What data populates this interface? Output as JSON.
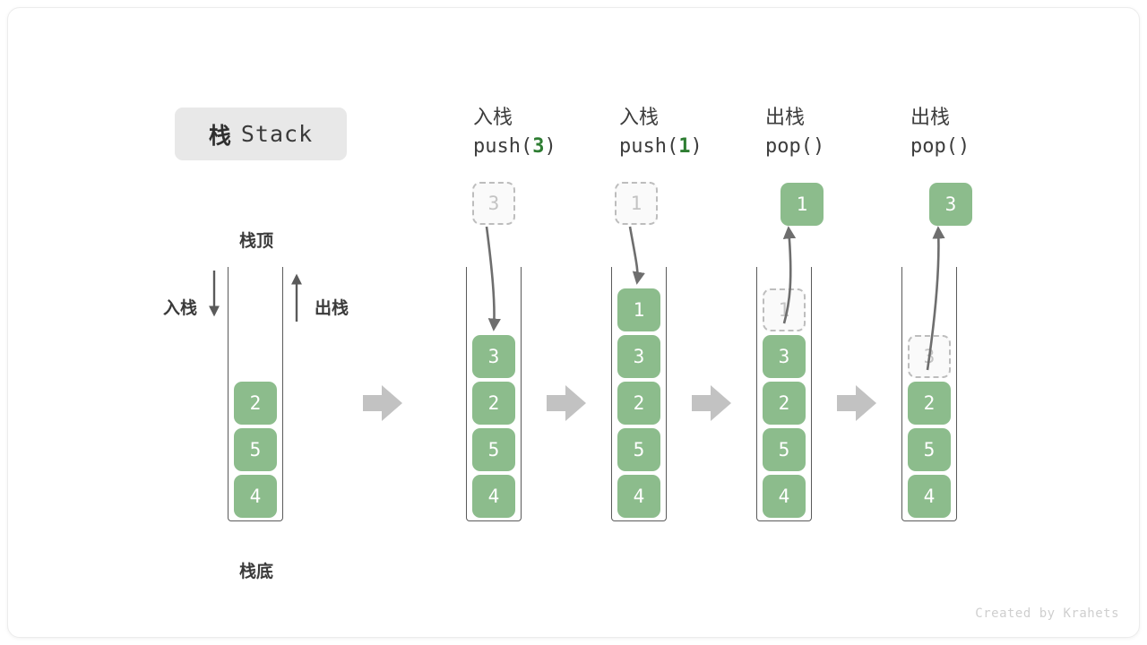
{
  "title": {
    "cn": "栈",
    "en": "Stack"
  },
  "legend": {
    "top_label": "栈顶",
    "bottom_label": "栈底",
    "push_label": "入栈",
    "pop_label": "出栈"
  },
  "colors": {
    "element_fill": "#8cbc8c",
    "element_text": "#ffffff",
    "ghost_fill": "#fafafa",
    "ghost_border": "#bdbdbd",
    "ghost_text": "#c3c3c3",
    "container_border": "#5a5a5a",
    "arrow_gray": "#c2c2c2",
    "motion_arrow": "#6e6e6e",
    "accent_green": "#2e7d32",
    "badge_bg": "#e8e8e8"
  },
  "footer": "Created by Krahets",
  "steps": [
    {
      "id": "initial",
      "header_cn": "",
      "header_code": "",
      "header_code_arg": "",
      "stack": [
        "4",
        "5",
        "2"
      ],
      "ghost_index": -1,
      "float_value": "",
      "float_kind": "none"
    },
    {
      "id": "push-3",
      "header_cn": "入栈",
      "header_code_prefix": "push(",
      "header_code_arg": "3",
      "header_code_suffix": ")",
      "stack": [
        "4",
        "5",
        "2",
        "3"
      ],
      "ghost_index": -1,
      "float_value": "3",
      "float_kind": "ghost"
    },
    {
      "id": "push-1",
      "header_cn": "入栈",
      "header_code_prefix": "push(",
      "header_code_arg": "1",
      "header_code_suffix": ")",
      "stack": [
        "4",
        "5",
        "2",
        "3",
        "1"
      ],
      "ghost_index": -1,
      "float_value": "1",
      "float_kind": "ghost"
    },
    {
      "id": "pop-1",
      "header_cn": "出栈",
      "header_code_prefix": "pop(",
      "header_code_arg": "",
      "header_code_suffix": ")",
      "stack": [
        "4",
        "5",
        "2",
        "3",
        "1"
      ],
      "ghost_index": 4,
      "float_value": "1",
      "float_kind": "filled"
    },
    {
      "id": "pop-3",
      "header_cn": "出栈",
      "header_code_prefix": "pop(",
      "header_code_arg": "",
      "header_code_suffix": ")",
      "stack": [
        "4",
        "5",
        "2",
        "3"
      ],
      "ghost_index": 3,
      "float_value": "3",
      "float_kind": "filled"
    }
  ],
  "transition_arrows": 4
}
